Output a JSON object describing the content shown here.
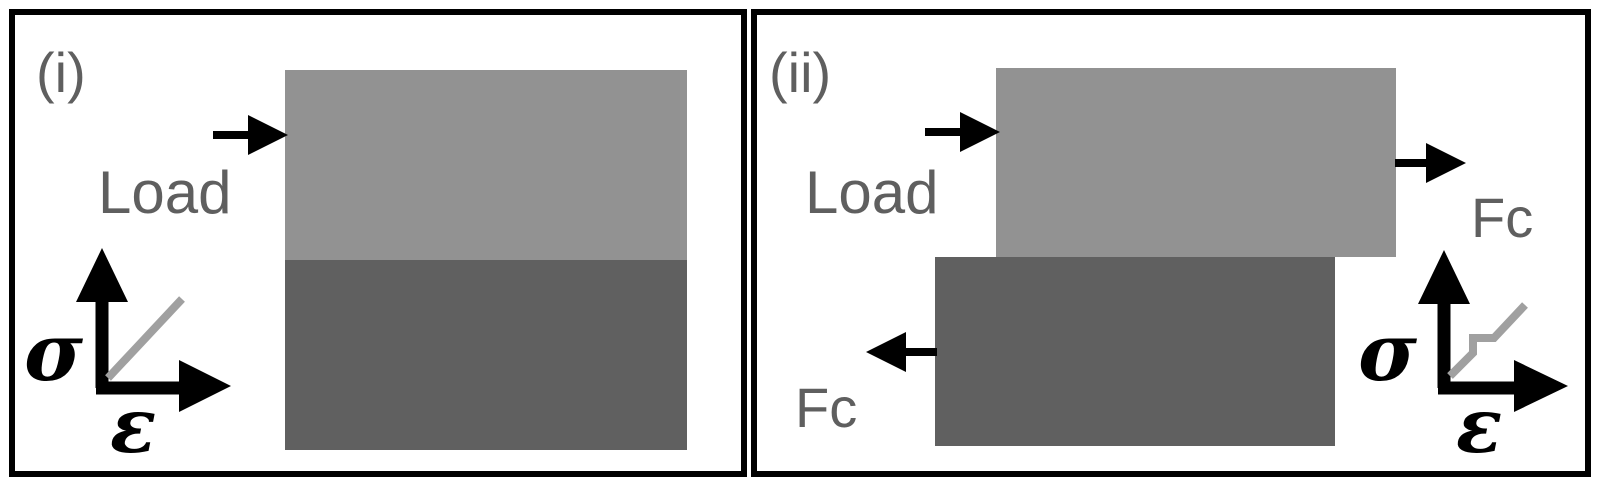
{
  "panels": [
    {
      "tag": "(i)",
      "load_label": "Load",
      "stress_symbol": "σ",
      "strain_symbol": "ε"
    },
    {
      "tag": "(ii)",
      "load_label": "Load",
      "force_top_label": "Fc",
      "force_bottom_label": "Fc",
      "stress_symbol": "σ",
      "strain_symbol": "ε"
    }
  ],
  "colors": {
    "frame": "#000000",
    "top_block": "#929292",
    "bottom_block": "#606060",
    "label_text": "#5f5f5f",
    "stress_strain_line": "#a0a0a0"
  }
}
